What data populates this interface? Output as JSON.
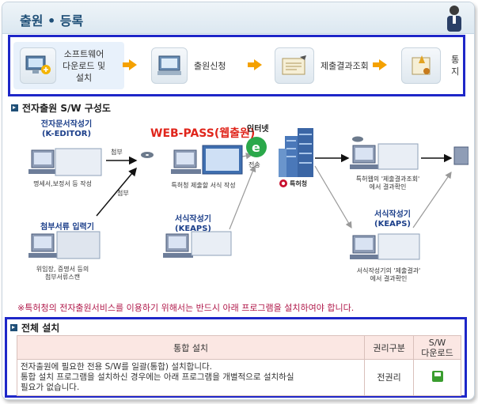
{
  "header": {
    "title": "출원 • 등록"
  },
  "steps": [
    {
      "label": "소프트웨어\n다운로드 및\n설치"
    },
    {
      "label": "출원신청"
    },
    {
      "label": "제출결과조회"
    },
    {
      "label": "통지"
    }
  ],
  "section1": {
    "title": "전자출원 S/W 구성도"
  },
  "diagram": {
    "editor_title": "전자문서작성기\n(K-EDITOR)",
    "editor_caption": "명세서,보정서 등 작성",
    "attach_title": "첨부서류 입력기",
    "attach_caption": "위임장, 증명서 등의\n첨부서류스캔",
    "webpass_title": "WEB-PASS(웹출원)",
    "webpass_caption": "특허청 제출할 서식 작성",
    "internet": "인터넷",
    "transfer": "전송",
    "kipo": "특허청",
    "result_caption": "특허웹의 '제출결과조회'\n에서 결과확인",
    "keaps_left_title": "서식작성기\n(KEAPS)",
    "keaps_right_title": "서식작성기\n(KEAPS)",
    "keaps_right_caption": "서식작성기의 '제출결과'\n에서 결과확인",
    "attach1": "첨부",
    "attach2": "첨부"
  },
  "notice": "※특허청의 전자출원서비스를 이용하기 위해서는 반드시 아래 프로그램을 설치하여야 합니다.",
  "section2": {
    "title": "전체 설치"
  },
  "table": {
    "headers": [
      "통합 설치",
      "권리구분",
      "S/W\n다운로드"
    ],
    "row": {
      "desc": "전자출원에 필요한 전용 S/W를 일괄(통합) 설치합니다.\n통합 설치 프로그램을 설치하신 경우에는 아래 프로그램을 개별적으로 설치하실\n필요가 없습니다.",
      "right": "전권리"
    }
  },
  "colors": {
    "accent": "#1e27c8",
    "arrow": "#f4a100",
    "notice": "#b0184a",
    "webpass": "#e0251b"
  }
}
